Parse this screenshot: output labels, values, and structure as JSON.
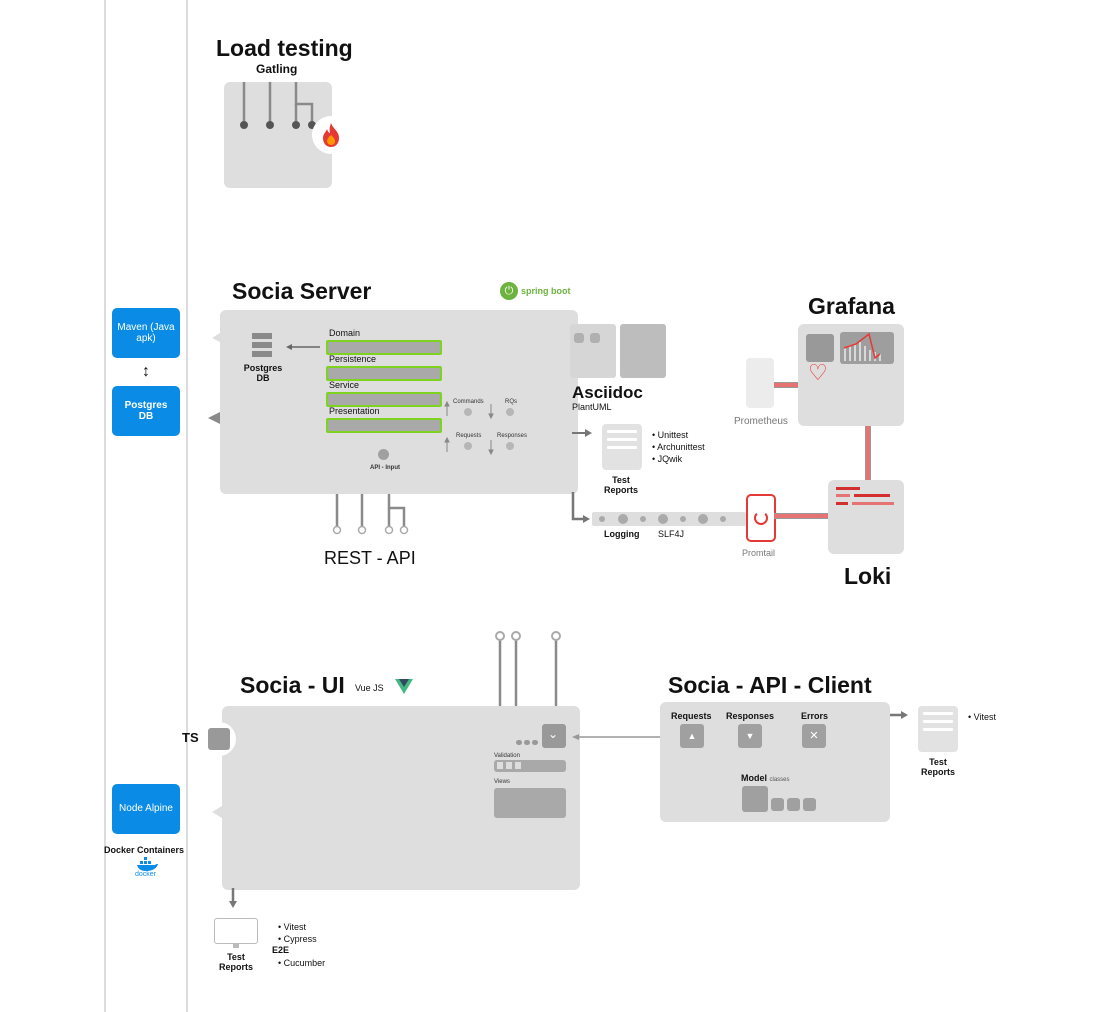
{
  "load_testing": {
    "title": "Load testing",
    "subtitle": "Gatling"
  },
  "server": {
    "title": "Socia Server",
    "spring_boot": "spring boot",
    "db_label": "Postgres DB",
    "layers": [
      "Domain",
      "Persistence",
      "Service",
      "Presentation"
    ],
    "cqrs": {
      "commands": "Commands",
      "rqs": "RQs",
      "requests": "Requests",
      "responses": "Responses"
    },
    "api_input": "API - Input",
    "rest_api": "REST - API",
    "logging": "Logging",
    "slf4j": "SLF4J"
  },
  "sidebar": {
    "maven": "Maven (Java apk)",
    "postgres": "Postgres DB",
    "node": "Node Alpine",
    "docker_containers": "Docker Containers",
    "docker": "docker"
  },
  "asciidoc": {
    "title": "Asciidoc",
    "subtitle": "PlantUML"
  },
  "server_tests": {
    "label": "Test Reports",
    "items": [
      "Unittest",
      "Archunittest",
      "JQwik"
    ]
  },
  "grafana": {
    "title": "Grafana",
    "prometheus": "Prometheus"
  },
  "loki": {
    "title": "Loki",
    "promtail": "Promtail"
  },
  "ui": {
    "title": "Socia - UI",
    "vue": "Vue JS",
    "ts": "TS",
    "validation": "Validation",
    "views": "Views",
    "test_label": "Test Reports",
    "tests": [
      "Vitest",
      "Cypress"
    ],
    "e2e": "E2E",
    "e2e_tests": [
      "Cucumber"
    ]
  },
  "api_client": {
    "title": "Socia - API - Client",
    "requests": "Requests",
    "responses": "Responses",
    "errors": "Errors",
    "model": "Model",
    "model_sub": "classes",
    "test_label": "Test Reports",
    "tests": [
      "Vitest"
    ]
  },
  "colors": {
    "accent_blue": "#0a8ce6",
    "spring_green": "#6db33f",
    "vue_green": "#42b883",
    "red": "#e53935",
    "box_grey": "#dedede"
  }
}
